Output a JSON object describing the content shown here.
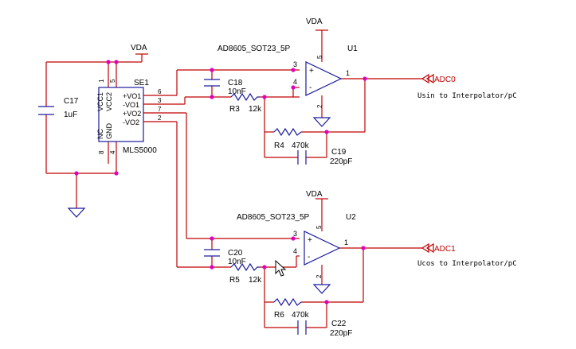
{
  "power": {
    "vda_top_sensor": "VDA",
    "vda_u1": "VDA",
    "vda_u2": "VDA"
  },
  "sensor": {
    "ref": "SE1",
    "part": "MLS5000",
    "pins_left": [
      "VCC1",
      "VCC2",
      "NC",
      "GND"
    ],
    "pins_right": [
      "+VO1",
      "-VO1",
      "+VO2",
      "-VO2"
    ],
    "pin_nums_top": [
      "1",
      "5"
    ],
    "pin_nums_bottom": [
      "8",
      "4"
    ],
    "pin_nums_right": [
      "6",
      "3",
      "7",
      "2"
    ]
  },
  "c17": {
    "ref": "C17",
    "value": "1uF"
  },
  "u1": {
    "ref": "U1",
    "part": "AD8605_SOT23_5P",
    "pin_in_plus": "3",
    "pin_in_minus": "4",
    "pin_out": "1",
    "pin_vcc": "5",
    "pin_gnd": "2",
    "plus_sym": "+",
    "minus_sym": "-"
  },
  "u2": {
    "ref": "U2",
    "part": "AD8605_SOT23_5P",
    "pin_in_plus": "3",
    "pin_in_minus": "4",
    "pin_out": "1",
    "pin_vcc": "5",
    "pin_gnd": "2",
    "plus_sym": "+",
    "minus_sym": "-"
  },
  "c18": {
    "ref": "C18",
    "value": "10nF"
  },
  "r3": {
    "ref": "R3",
    "value": "12k"
  },
  "r4": {
    "ref": "R4",
    "value": "470k"
  },
  "c19": {
    "ref": "C19",
    "value": "220pF"
  },
  "c20": {
    "ref": "C20",
    "value": "10nF"
  },
  "r5": {
    "ref": "R5",
    "value": "12k"
  },
  "r6": {
    "ref": "R6",
    "value": "470k"
  },
  "c22": {
    "ref": "C22",
    "value": "220pF"
  },
  "ports": {
    "adc0": {
      "label": "ADC0",
      "note": "Usin to Interpolator/pC"
    },
    "adc1": {
      "label": "ADC1",
      "note": "Ucos to Interpolator/pC"
    }
  },
  "colors": {
    "wire": "#c00000",
    "component": "#1a1aa0",
    "junction": "#e000c0"
  }
}
